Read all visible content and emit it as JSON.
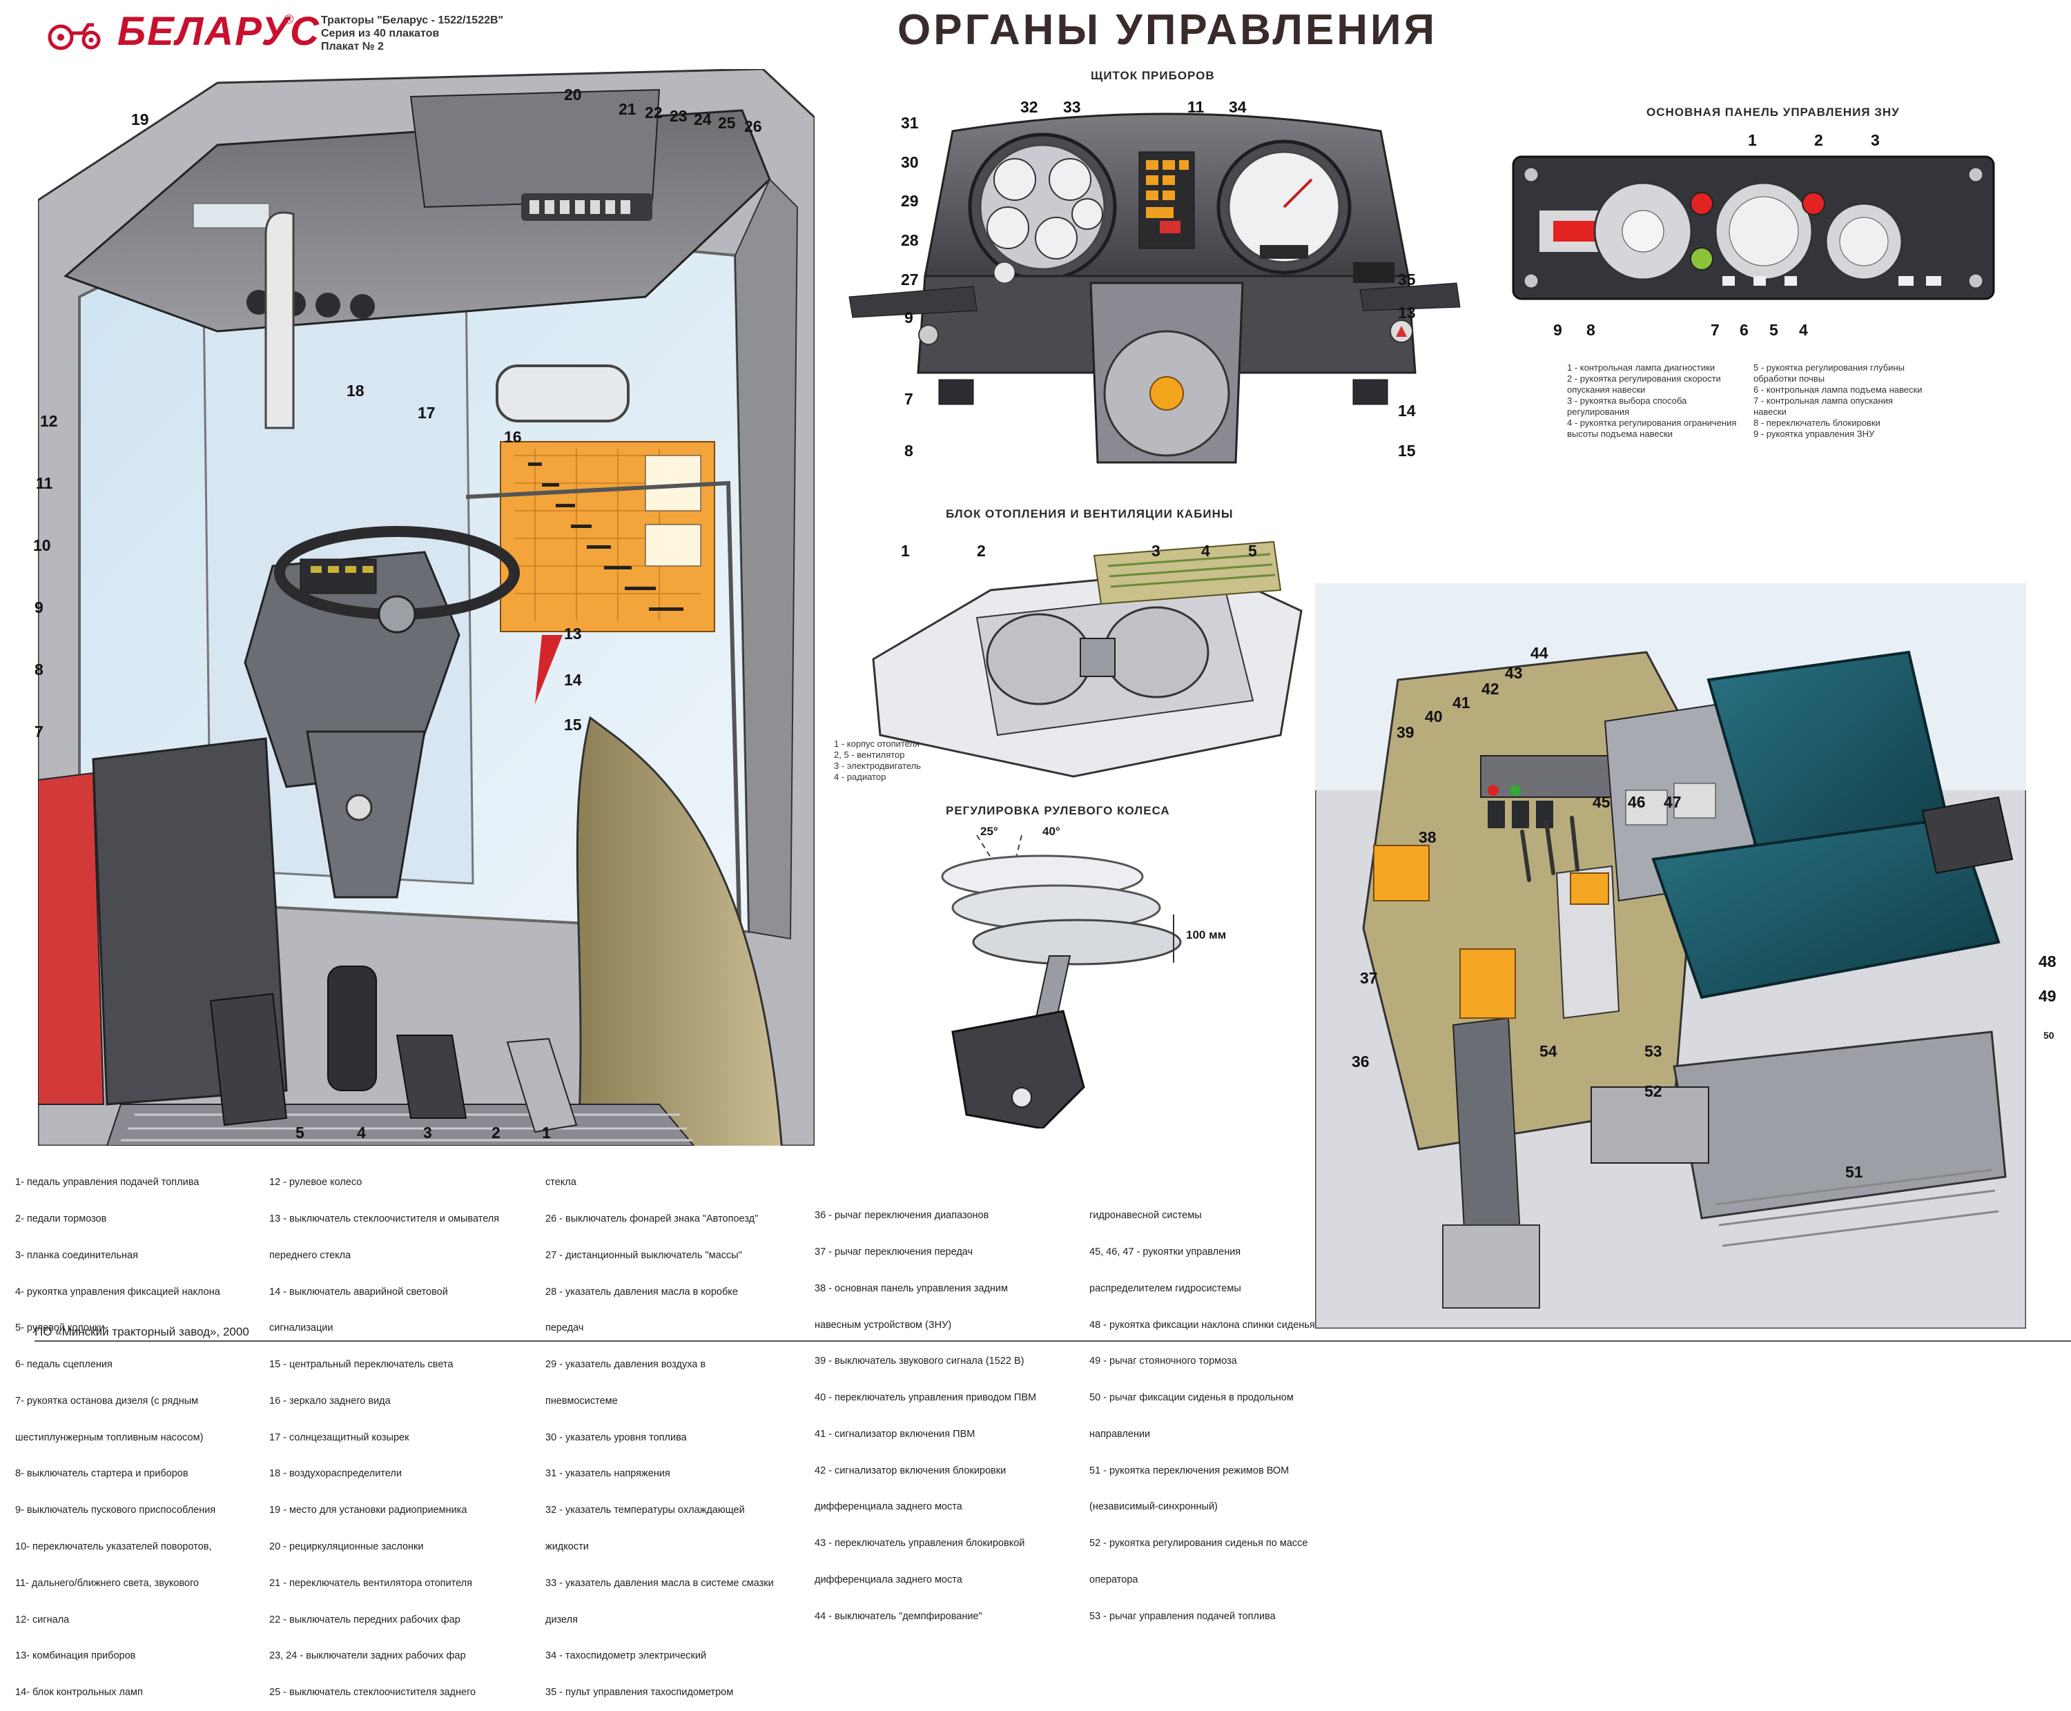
{
  "header": {
    "brand": "БЕЛАРУС",
    "brand_reg": "®",
    "meta_line1": "Тракторы \"Беларус - 1522/1522В\"",
    "meta_line2": "Серия из 40 плакатов",
    "meta_line3": "Плакат № 2",
    "title": "ОРГАНЫ УПРАВЛЕНИЯ"
  },
  "sections": {
    "dashboard": "ЩИТОК ПРИБОРОВ",
    "znu_panel": "ОСНОВНАЯ ПАНЕЛЬ УПРАВЛЕНИЯ ЗНУ",
    "heater": "БЛОК ОТОПЛЕНИЯ И ВЕНТИЛЯЦИИ КАБИНЫ",
    "steering": "РЕГУЛИРОВКА РУЛЕВОГО КОЛЕСА"
  },
  "steering_values": {
    "angle1": "25°",
    "angle2": "40°",
    "travel": "100 мм"
  },
  "znu_legend": [
    "1 - контрольная лампа диагностики",
    "2 - рукоятка регулирования скорости опускания навески",
    "3 - рукоятка выбора способа регулирования",
    "4 - рукоятка регулирования ограничения высоты подъема навески",
    "5 - рукоятка регулирования глубины обработки почвы",
    "6 - контрольная лампа подъема навески",
    "7 - контрольная лампа опускания навески",
    "8 - переключатель блокировки",
    "9 - рукоятка управления ЗНУ"
  ],
  "heater_legend": [
    "1 - корпус отопителя",
    "2, 5 - вентилятор",
    "3 - электродвигатель",
    "4 - радиатор"
  ],
  "legend_col1": [
    "1- педаль управления подачей топлива",
    "2- педали тормозов",
    "3- планка соединительная",
    "4- рукоятка управления фиксацией наклона",
    "5- рулевой колонки",
    "6- педаль сцепления",
    "7- рукоятка останова дизеля (с рядным",
    "шестиплунжерным топливным насосом)",
    "8- выключатель стартера и приборов",
    "9- выключатель пускового приспособления",
    "10- переключатель указателей поворотов,",
    "11- дальнего/ближнего света,  звукового",
    "12- сигнала",
    "13- комбинация приборов",
    "14- блок контрольных ламп"
  ],
  "legend_col2": [
    "12 - рулевое колесо",
    "13 - выключатель стеклоочистителя и омывателя",
    "      переднего стекла",
    "14 - выключатель аварийной световой",
    "      сигнализации",
    "15 - центральный переключатель света",
    "16 - зеркало заднего вида",
    "17 - солнцезащитный козырек",
    "18 - воздухораспределители",
    "19 - место для установки радиоприемника",
    "20 - рециркуляционные заслонки",
    "21 - переключатель вентилятора отопителя",
    "22 - выключатель передних рабочих фар",
    "23, 24 - выключатели задних рабочих фар",
    "25 - выключатель стеклоочистителя заднего"
  ],
  "legend_col3": [
    "стекла",
    "26 - выключатель фонарей знака \"Автопоезд\"",
    "27 - дистанционный выключатель \"массы\"",
    "28 - указатель давления масла в коробке",
    "      передач",
    "29 - указатель давления воздуха в",
    "      пневмосистеме",
    "30 - указатель уровня топлива",
    "31 - указатель напряжения",
    "32 - указатель температуры охлаждающей",
    "      жидкости",
    "33 - указатель давления масла в системе смазки",
    "      дизеля",
    "34 - тахоспидометр электрический",
    "35 - пульт управления тахоспидометром"
  ],
  "legend_col4": [
    "36 - рычаг переключения диапазонов",
    "37 - рычаг переключения передач",
    "38 - основная панель управления задним",
    "      навесным устройством (ЗНУ)",
    "39 - выключатель звукового сигнала (1522 В)",
    "40 - переключатель управления приводом ПВМ",
    "41 - сигнализатор включения ПВМ",
    "42 - сигнализатор включения блокировки",
    "      дифференциала заднего моста",
    "43 - переключатель управления блокировкой",
    "      дифференциала заднего моста",
    "44 - выключатель \"демпфирование\""
  ],
  "legend_col5": [
    "гидронавесной системы",
    "45,  46,  47 - рукоятки управления",
    "      распределителем гидросистемы",
    "48 - рукоятка фиксации наклона спинки сиденья",
    "49 - рычаг стояночного тормоза",
    "50 - рычаг фиксации сиденья в продольном",
    "      направлении",
    "51 - рукоятка переключения режимов ВОМ",
    "      (независимый-синхронный)",
    "52 - рукоятка регулирования сиденья по массе",
    "      оператора",
    "53 - рычаг управления подачей топлива"
  ],
  "footer": "ПО «Минский тракторный завод», 2000",
  "callouts": {
    "cab": [
      "19",
      "20",
      "21",
      "22",
      "23",
      "24",
      "25",
      "26",
      "18",
      "17",
      "16",
      "12",
      "11",
      "10",
      "9",
      "8",
      "7",
      "13",
      "14",
      "15",
      "5",
      "4",
      "3",
      "2",
      "1"
    ],
    "dash": [
      "32",
      "33",
      "11",
      "34",
      "31",
      "30",
      "29",
      "28",
      "27",
      "35",
      "9",
      "13",
      "7",
      "14",
      "8",
      "15"
    ],
    "znu": [
      "1",
      "2",
      "3",
      "9",
      "8",
      "7",
      "6",
      "5",
      "4"
    ],
    "heater": [
      "1",
      "2",
      "3",
      "4",
      "5"
    ],
    "rear": [
      "44",
      "43",
      "42",
      "41",
      "40",
      "39",
      "45",
      "46",
      "47",
      "38",
      "37",
      "36",
      "54",
      "53",
      "52",
      "51",
      "48",
      "49",
      "50"
    ]
  },
  "colors": {
    "brand_red": "#c8102e",
    "panel_orange": "#f5a623",
    "seat_teal": "#1f5d6b"
  }
}
